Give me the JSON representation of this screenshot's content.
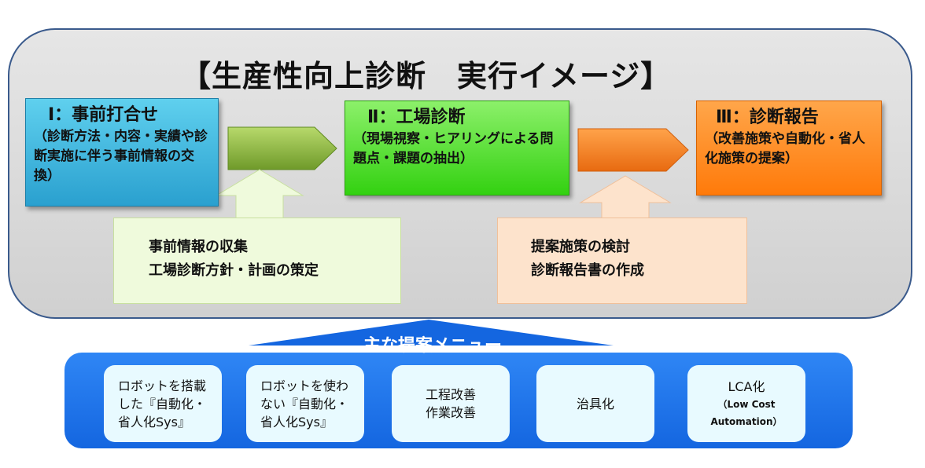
{
  "title": "【生産性向上診断　実行イメージ】",
  "stages": [
    {
      "head": "Ⅰ：事前打合せ",
      "body": "（診断方法・内容・実績や診断実施に伴う事前情報の交換）"
    },
    {
      "head": "Ⅱ：工場診断",
      "body": "（現場視察・ヒアリングによる問題点・課題の抽出）"
    },
    {
      "head": "Ⅲ：診断報告",
      "body": "（改善施策や自動化・省人化施策の提案）"
    }
  ],
  "inputs": [
    {
      "line1": "事前情報の収集",
      "line2": "工場診断方針・計画の策定"
    },
    {
      "line1": "提案施策の検討",
      "line2": "診断報告書の作成"
    }
  ],
  "menu": {
    "label": "主な提案メニュー",
    "items": [
      {
        "line1": "ロボットを搭載",
        "line2": "した『自動化・",
        "line3": "省人化Sys』"
      },
      {
        "line1": "ロボットを使わ",
        "line2": "ない『自動化・",
        "line3": "省人化Sys』"
      },
      {
        "line1": "工程改善",
        "line2": "作業改善"
      },
      {
        "line1": "治具化"
      },
      {
        "line1": "LCA化",
        "line2": "（Low Cost",
        "line3": "Automation）"
      }
    ]
  },
  "colors": {
    "stage1": "#2aa0cf",
    "stage2": "#33d111",
    "stage3": "#ff7a0a",
    "menu": "#1466e0",
    "arrow1": "#6f9a2a",
    "arrow2": "#f07a1a"
  }
}
